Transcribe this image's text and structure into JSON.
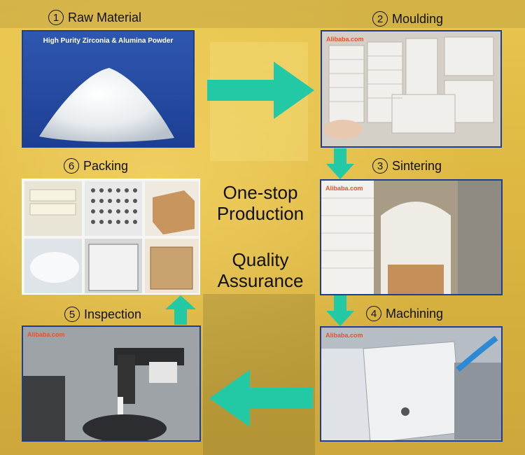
{
  "colors": {
    "background": "#e0bd45",
    "frame": "#1e3f8f",
    "arrow": "#23c9a4"
  },
  "steps": [
    {
      "num": "1",
      "label": "Raw Material"
    },
    {
      "num": "2",
      "label": "Moulding"
    },
    {
      "num": "3",
      "label": "Sintering"
    },
    {
      "num": "4",
      "label": "Machining"
    },
    {
      "num": "5",
      "label": "Inspection"
    },
    {
      "num": "6",
      "label": "Packing"
    }
  ],
  "powder_caption": "High Purity Zirconia & Alumina Powder",
  "center": {
    "line1": "One-stop",
    "line2": "Production",
    "line3": "Quality",
    "line4": "Assurance"
  }
}
